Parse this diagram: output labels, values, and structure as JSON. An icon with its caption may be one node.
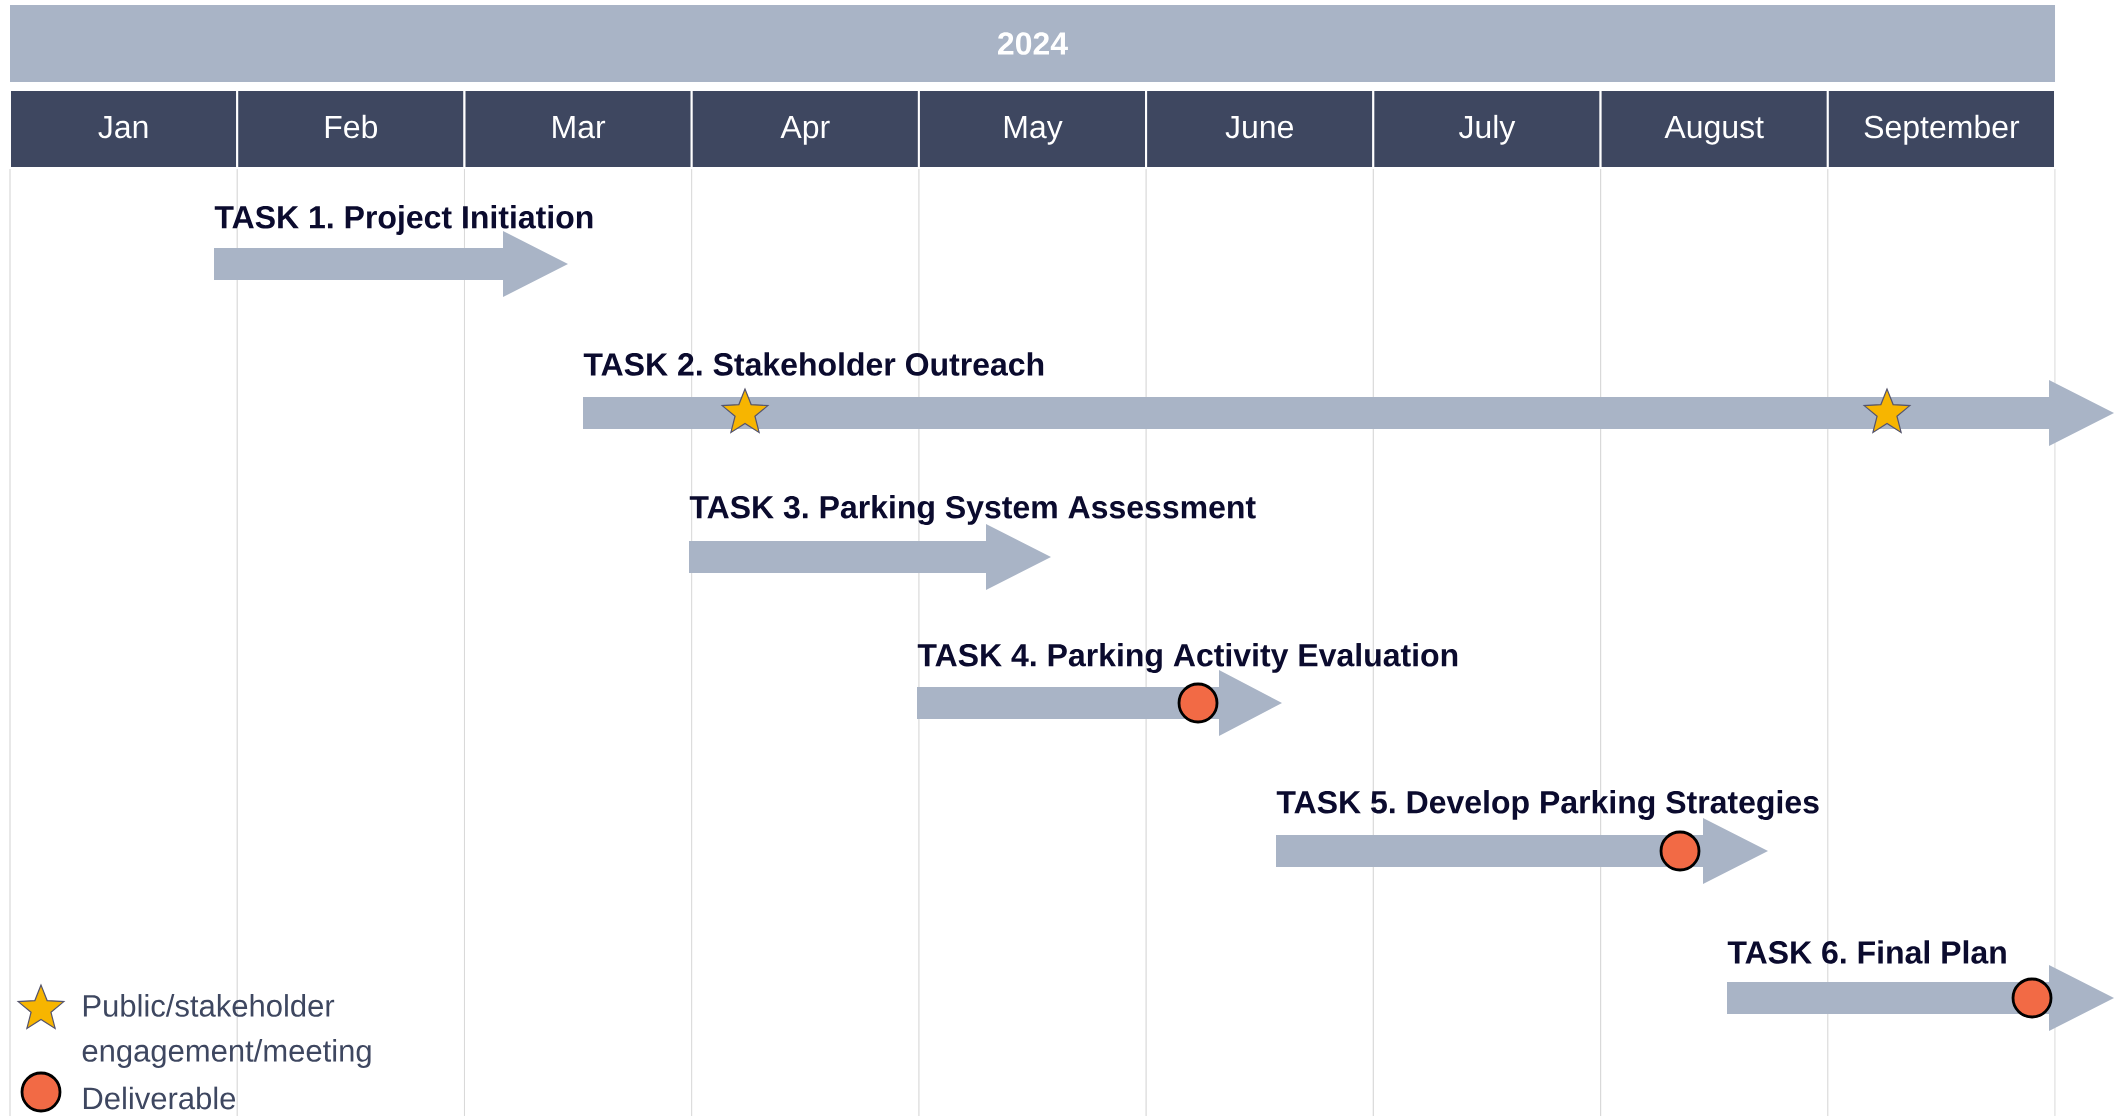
{
  "diagram": {
    "nodes": [
      {
        "text": [
          "2024"
        ]
      },
      {
        "text": [
          "Jan"
        ]
      },
      {
        "text": [
          "Feb"
        ]
      },
      {
        "text": [
          "Mar"
        ]
      },
      {
        "text": [
          "Apr"
        ]
      },
      {
        "text": [
          "May"
        ]
      },
      {
        "text": [
          "June"
        ]
      },
      {
        "text": [
          "July"
        ]
      },
      {
        "text": [
          "August"
        ]
      },
      {
        "text": [
          "September"
        ]
      },
      {
        "text": [
          "TASK 1. Project Initiation"
        ]
      },
      {
        "text": [
          "TASK 2. Stakeholder Outreach"
        ]
      },
      {
        "text": [
          "TASK 3. Parking System Assessment"
        ]
      },
      {
        "text": [
          "TASK 4. Parking Activity Evaluation"
        ]
      },
      {
        "text": [
          "TASK 5. Develop Parking Strategies"
        ]
      },
      {
        "text": [
          "TASK 6. Final Plan"
        ]
      },
      {
        "text": [],
        "shape": "star",
        "in": 11
      },
      {
        "text": [],
        "shape": "star",
        "in": 11
      },
      {
        "text": [],
        "shape": "circle",
        "in": 13
      },
      {
        "text": [],
        "shape": "circle",
        "in": 14
      },
      {
        "text": [],
        "shape": "circle",
        "in": 15
      }
    ],
    "edges": [],
    "legend": [
      {
        "text": "Public/stakeholder engagement/meeting"
      },
      {
        "text": "Deliverable",
        "color": "#f26a45"
      }
    ]
  }
}
